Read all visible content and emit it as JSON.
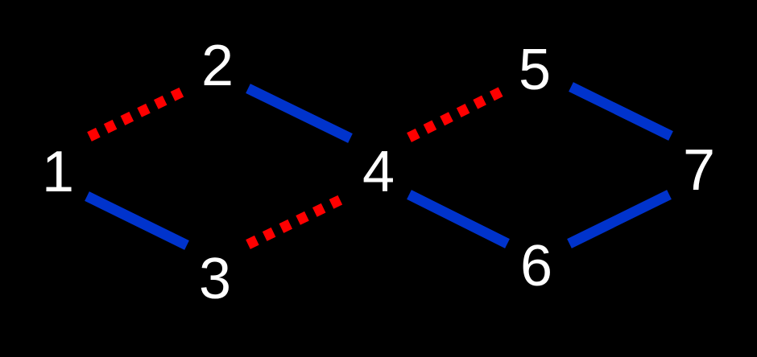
{
  "colors": {
    "background": "#000000",
    "solid_edge": "#0033CC",
    "dotted_edge": "#FF0000",
    "label": "#FFFFFF"
  },
  "nodes": [
    {
      "id": "1",
      "label": "1"
    },
    {
      "id": "2",
      "label": "2"
    },
    {
      "id": "3",
      "label": "3"
    },
    {
      "id": "4",
      "label": "4"
    },
    {
      "id": "5",
      "label": "5"
    },
    {
      "id": "6",
      "label": "6"
    },
    {
      "id": "7",
      "label": "7"
    }
  ],
  "edges": [
    {
      "from": "1",
      "to": "2",
      "style": "dotted"
    },
    {
      "from": "1",
      "to": "3",
      "style": "solid"
    },
    {
      "from": "2",
      "to": "4",
      "style": "solid"
    },
    {
      "from": "3",
      "to": "4",
      "style": "dotted"
    },
    {
      "from": "4",
      "to": "5",
      "style": "dotted"
    },
    {
      "from": "4",
      "to": "6",
      "style": "solid"
    },
    {
      "from": "5",
      "to": "7",
      "style": "solid"
    },
    {
      "from": "6",
      "to": "7",
      "style": "solid"
    }
  ]
}
